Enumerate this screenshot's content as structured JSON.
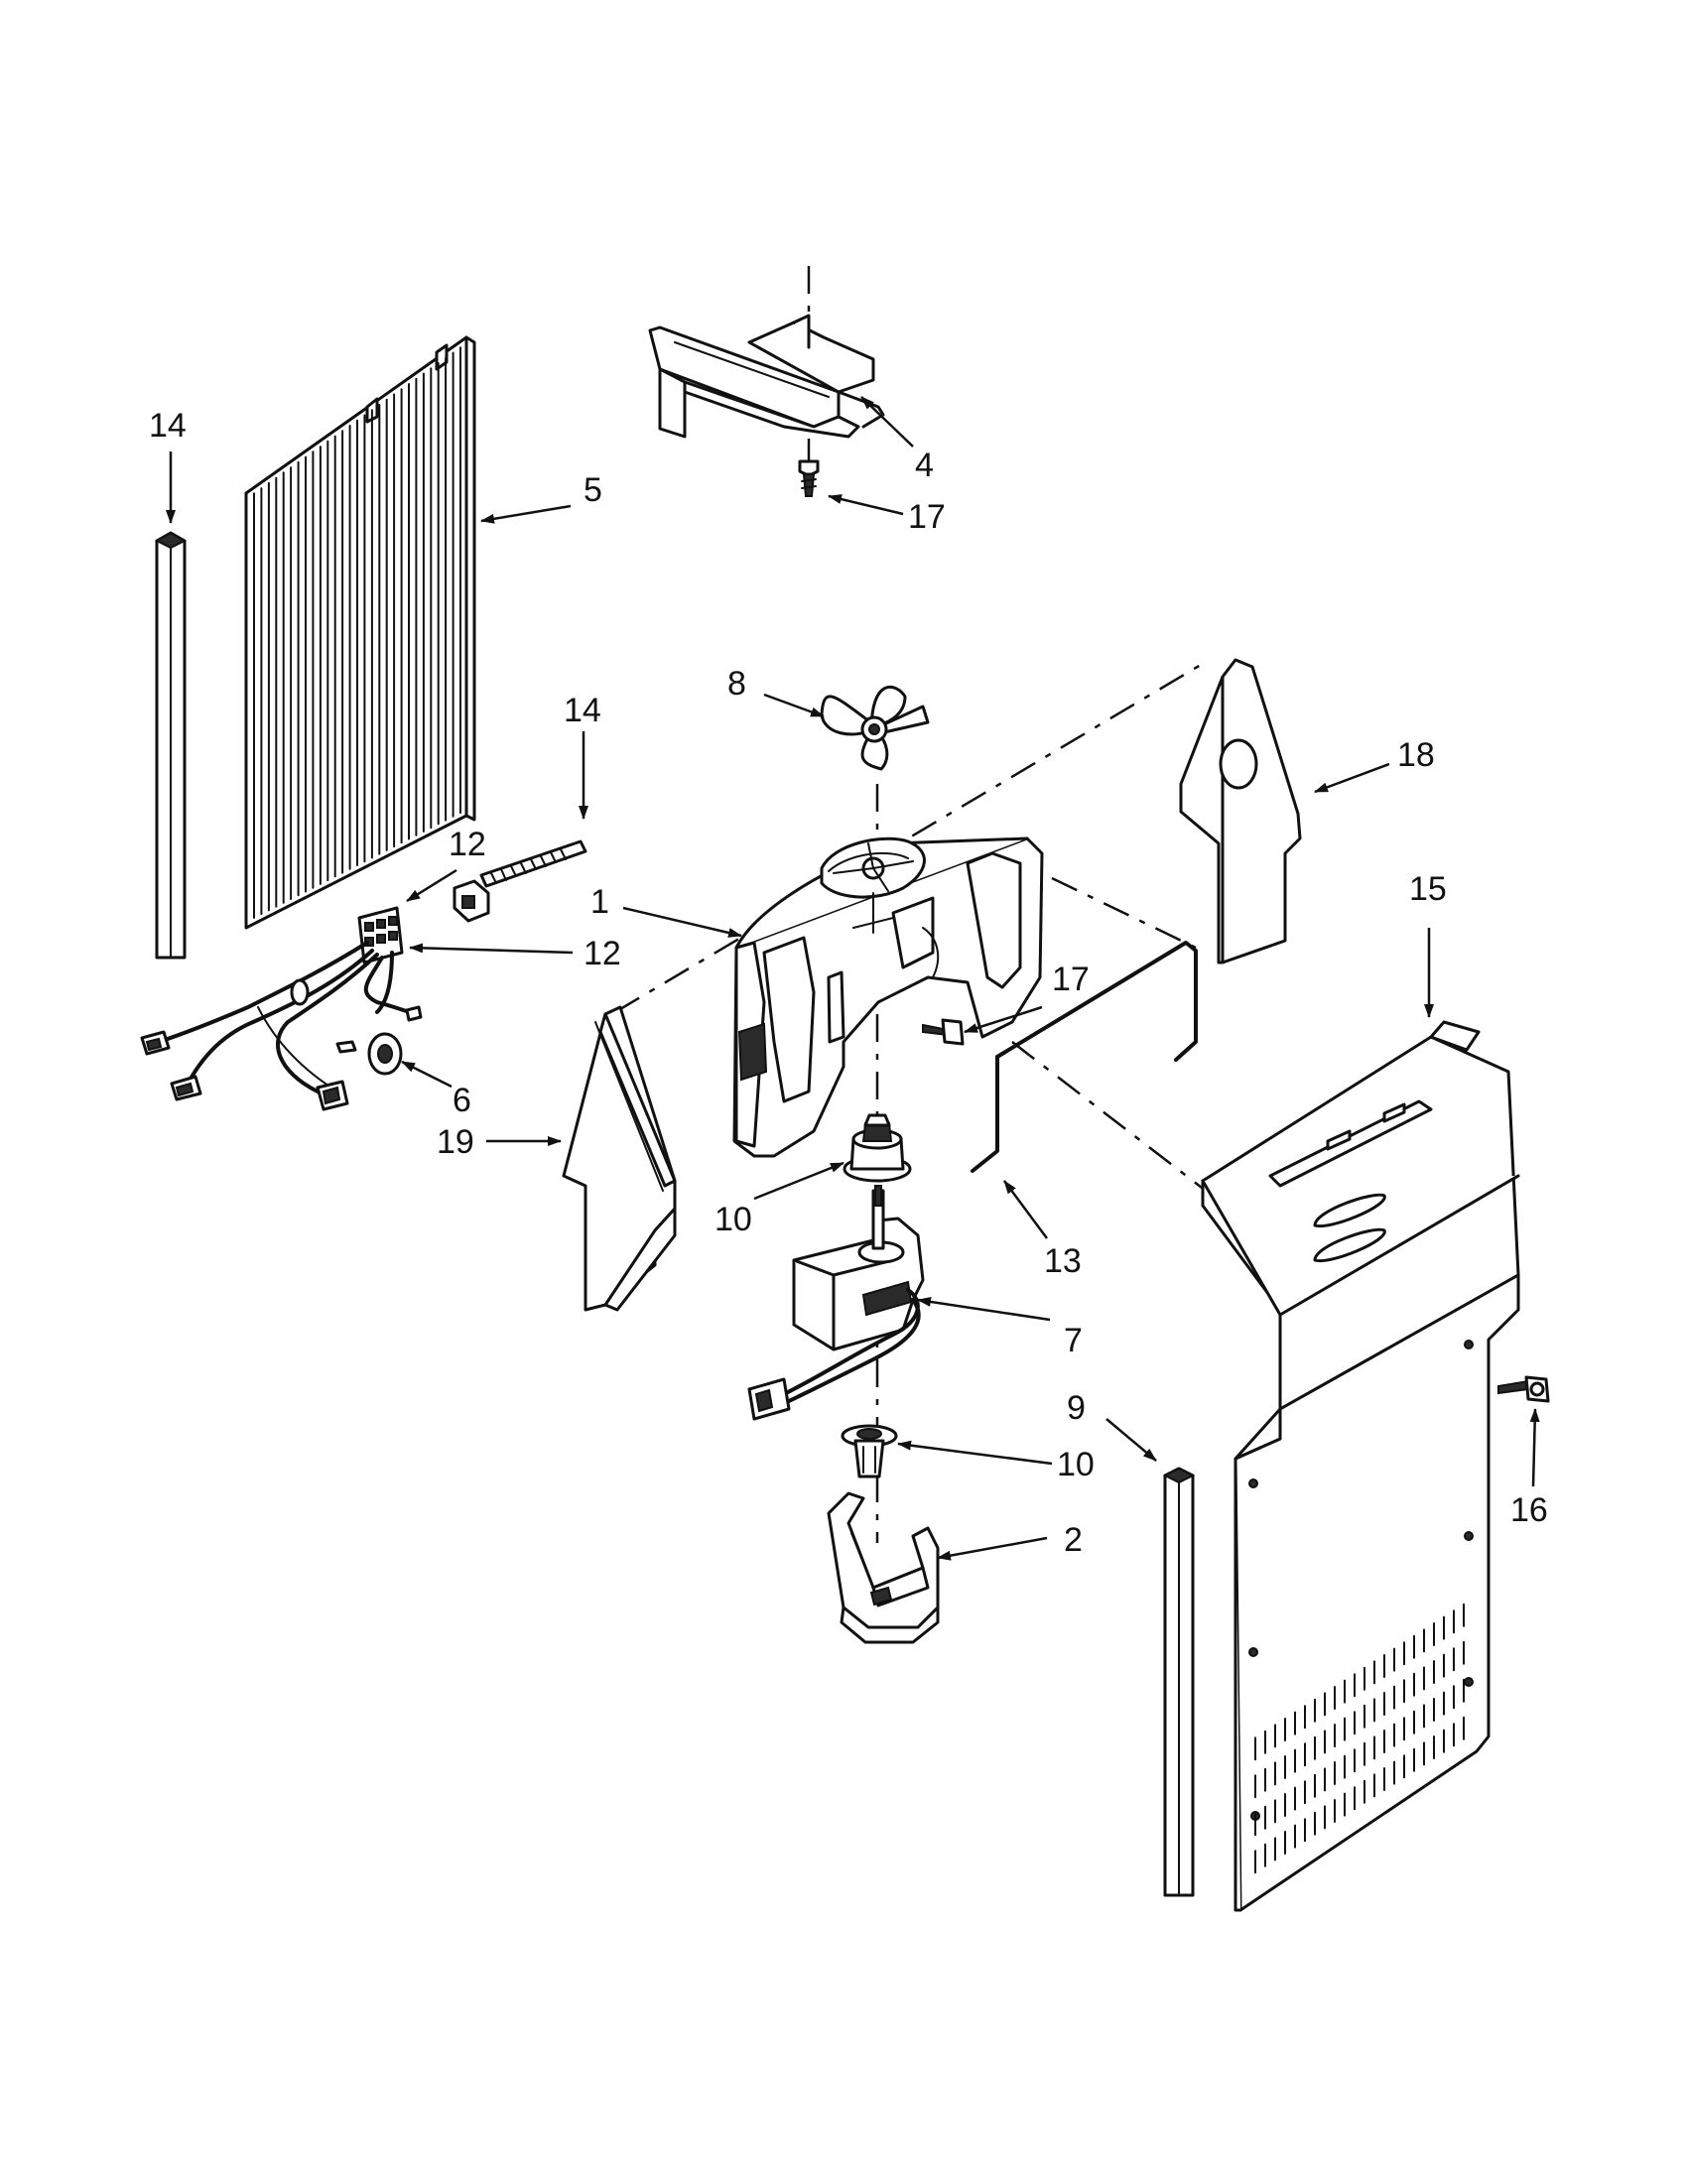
{
  "callouts": [
    {
      "id": "c14a",
      "text": "14"
    },
    {
      "id": "c5",
      "text": "5"
    },
    {
      "id": "c4",
      "text": "4"
    },
    {
      "id": "c17a",
      "text": "17"
    },
    {
      "id": "c8",
      "text": "8"
    },
    {
      "id": "c14b",
      "text": "14"
    },
    {
      "id": "c18",
      "text": "18"
    },
    {
      "id": "c12a",
      "text": "12"
    },
    {
      "id": "c12b",
      "text": "12"
    },
    {
      "id": "c1",
      "text": "1"
    },
    {
      "id": "c15",
      "text": "15"
    },
    {
      "id": "c17b",
      "text": "17"
    },
    {
      "id": "c6",
      "text": "6"
    },
    {
      "id": "c19",
      "text": "19"
    },
    {
      "id": "c10a",
      "text": "10"
    },
    {
      "id": "c13",
      "text": "13"
    },
    {
      "id": "c7",
      "text": "7"
    },
    {
      "id": "c9",
      "text": "9"
    },
    {
      "id": "c10b",
      "text": "10"
    },
    {
      "id": "c16",
      "text": "16"
    },
    {
      "id": "c2",
      "text": "2"
    }
  ]
}
